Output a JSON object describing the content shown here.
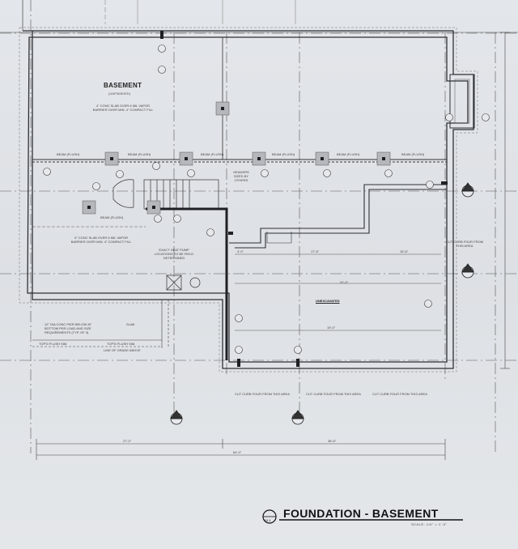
{
  "plan": {
    "basement_label": "BASEMENT",
    "basement_sub": "(UNFINISHED)",
    "slab_note_top": "4\" CONC SLAB OVER 6 MIL VAPOR BARRIER OVER MIN. 4\" COMPACT FILL",
    "slab_note_left": "4\" CONC SLAB OVER 6 MIL VAPOR BARRIER OVER MIN. 4\" COMPACT FILL",
    "header_note": "HEADERS SIZED BY OTHERS",
    "shaft_note": "EXACT HEAT PUMP LOCATIONS TO BE FIELD DETERMINED",
    "unexcavated_label": "UNEXCAVATED",
    "beam_labels": [
      "BEAM (FLUSH)",
      "BEAM (FLUSH)",
      "BEAM (FLUSH)",
      "BEAM (FLUSH)",
      "BEAM (FLUSH)",
      "BEAM (FLUSH)",
      "BEAM (FLUSH)"
    ],
    "cut_curb_notes": [
      "CUT CURB FOUR FROM THIS AREA",
      "CUT CURB FOUR FROM THIS AREA",
      "CUT CURB FOUR FROM THIS AREA",
      "CUT CURB FOUR FROM THIS AREA"
    ],
    "left_footing_note": "12\" DIA CONC PIER BELOW AT BOTTOM PER LOAD AND SIZE REQUIREMENTS (TYP. OF 3)",
    "flush_notes": [
      "TOP'D FLUSH SIM.",
      "TOP'D FLUSH SIM."
    ],
    "slab_ref": "SLAB",
    "line_of_grade": "LINE OF GRADE ABOVE",
    "dims": [
      "3'-0\"",
      "17'-6\"",
      "15'-6\"",
      "27'-0\"",
      "38'-6\"",
      "64'-0\"",
      "31'-0\"",
      "19'-0\""
    ]
  },
  "title_block": {
    "sheet_ref": "A2.1",
    "title": "FOUNDATION - BASEMENT",
    "scale": "SCALE: 1/4\" = 1'-0\""
  },
  "colors": {
    "line": "#3a3d42",
    "hatch": "#7a7d82",
    "background": "#e0e3e7"
  }
}
